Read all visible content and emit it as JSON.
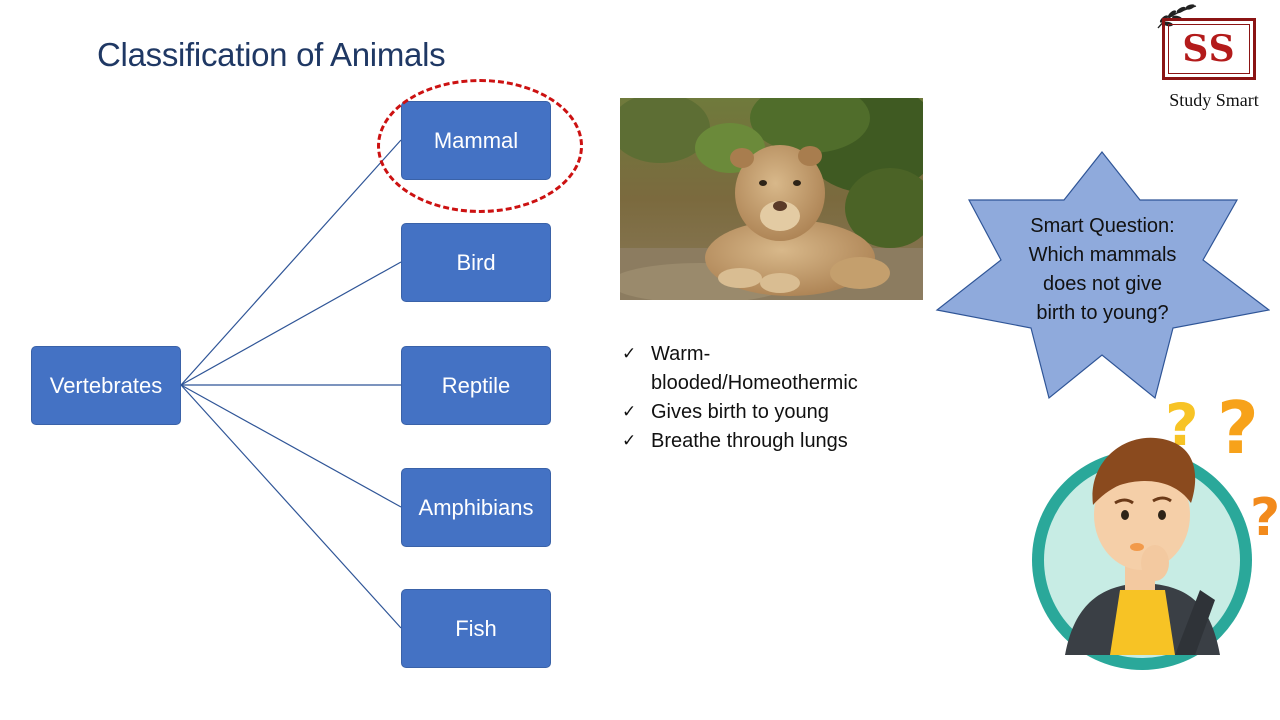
{
  "slide": {
    "title": "Classification of Animals"
  },
  "tree": {
    "root": "Vertebrates",
    "children": [
      "Mammal",
      "Bird",
      "Reptile",
      "Amphibians",
      "Fish"
    ],
    "highlighted": "Mammal"
  },
  "facts": [
    "Warm-blooded/Homeothermic",
    "Gives birth to young",
    "Breathe through lungs"
  ],
  "question": {
    "line1": "Smart Question:",
    "line2": "Which mammals",
    "line3": "does not give",
    "line4": "birth to young?"
  },
  "logo": {
    "initials": "SS",
    "caption": "Study Smart"
  },
  "icons": {
    "check": "check-icon",
    "logo_leaves": "laurel-icon",
    "question_marks": "question-mark-icon"
  },
  "colors": {
    "title": "#1f3864",
    "node_fill": "#4472c4",
    "connector": "#2f5597",
    "highlight": "#cc1111",
    "star_fill": "#8faadc",
    "logo": "#b31b1b"
  }
}
